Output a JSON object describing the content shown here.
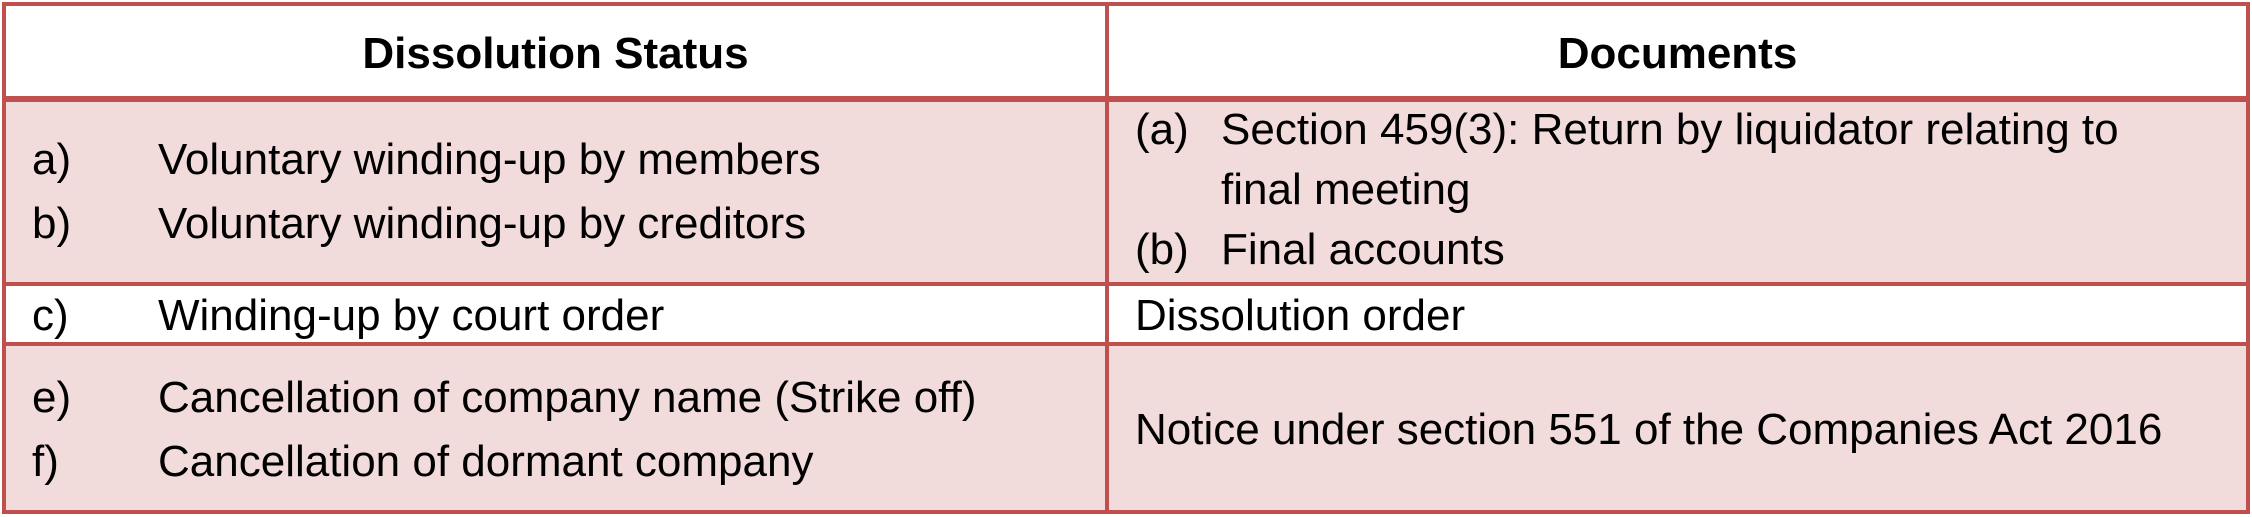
{
  "table": {
    "headers": {
      "status": "Dissolution Status",
      "documents": "Documents"
    },
    "rows": [
      {
        "status": [
          {
            "marker": "a)",
            "text": "Voluntary winding-up by members"
          },
          {
            "marker": "b)",
            "text": "Voluntary winding-up by creditors"
          }
        ],
        "documents": [
          {
            "marker": "(a)",
            "lines": [
              "Section 459(3): Return by liquidator relating to",
              "final meeting"
            ]
          },
          {
            "marker": "(b)",
            "lines": [
              "Final accounts"
            ]
          }
        ]
      },
      {
        "status": [
          {
            "marker": "c)",
            "text": "Winding-up by court order"
          }
        ],
        "documents_text": "Dissolution order"
      },
      {
        "status": [
          {
            "marker": "e)",
            "text": "Cancellation of company name (Strike off)"
          },
          {
            "marker": "f)",
            "text": "Cancellation of dormant company"
          }
        ],
        "documents_text": "Notice under section 551 of the Companies Act 2016"
      }
    ]
  },
  "colors": {
    "border": "#c0504d",
    "shaded_row": "#f2dbdb",
    "plain_row": "#ffffff"
  }
}
